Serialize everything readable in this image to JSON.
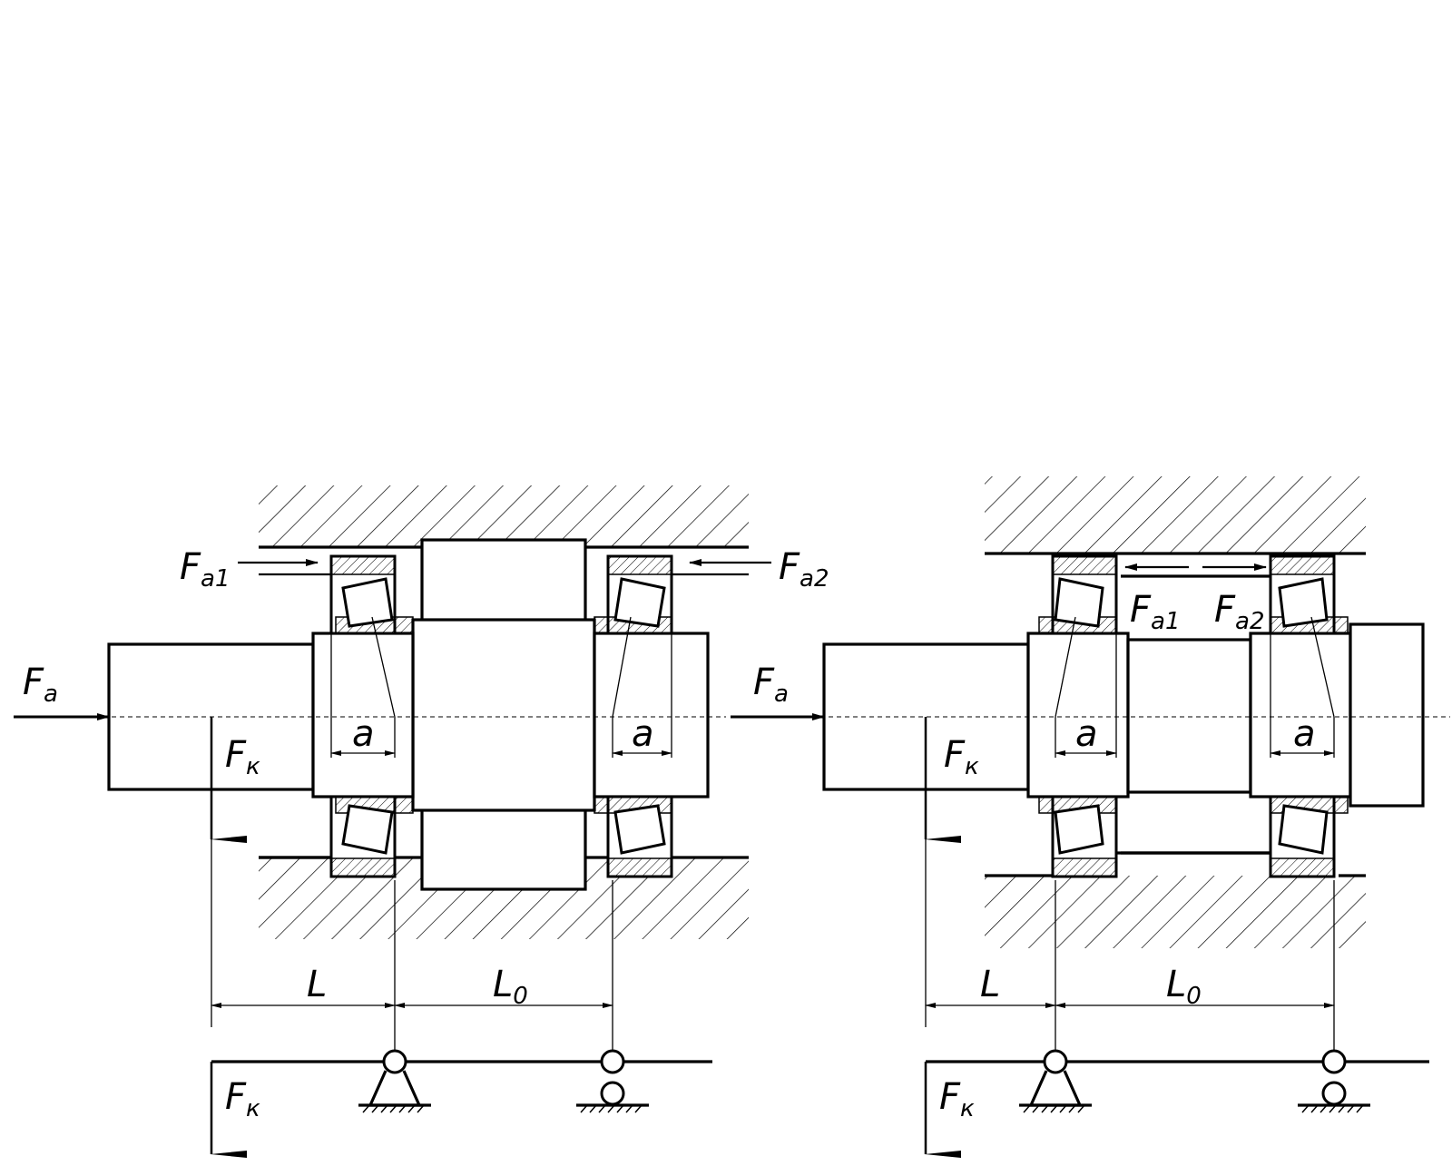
{
  "diagrams": [
    {
      "labels": {
        "fa1_main": "F",
        "fa1_sub": "a1",
        "fa2_main": "F",
        "fa2_sub": "a2",
        "fa_main": "F",
        "fa_sub": "a",
        "fk_main": "F",
        "fk_sub": "к",
        "a_left": "a",
        "a_right": "a",
        "L": "L",
        "L0_main": "L",
        "L0_sub": "0",
        "fk2_main": "F",
        "fk2_sub": "к"
      }
    },
    {
      "labels": {
        "fa1_main": "F",
        "fa1_sub": "a1",
        "fa2_main": "F",
        "fa2_sub": "a2",
        "fa_main": "F",
        "fa_sub": "a",
        "fk_main": "F",
        "fk_sub": "к",
        "a_left": "a",
        "a_right": "a",
        "L": "L",
        "L0_main": "L",
        "L0_sub": "0",
        "fk2_main": "F",
        "fk2_sub": "к"
      }
    }
  ]
}
